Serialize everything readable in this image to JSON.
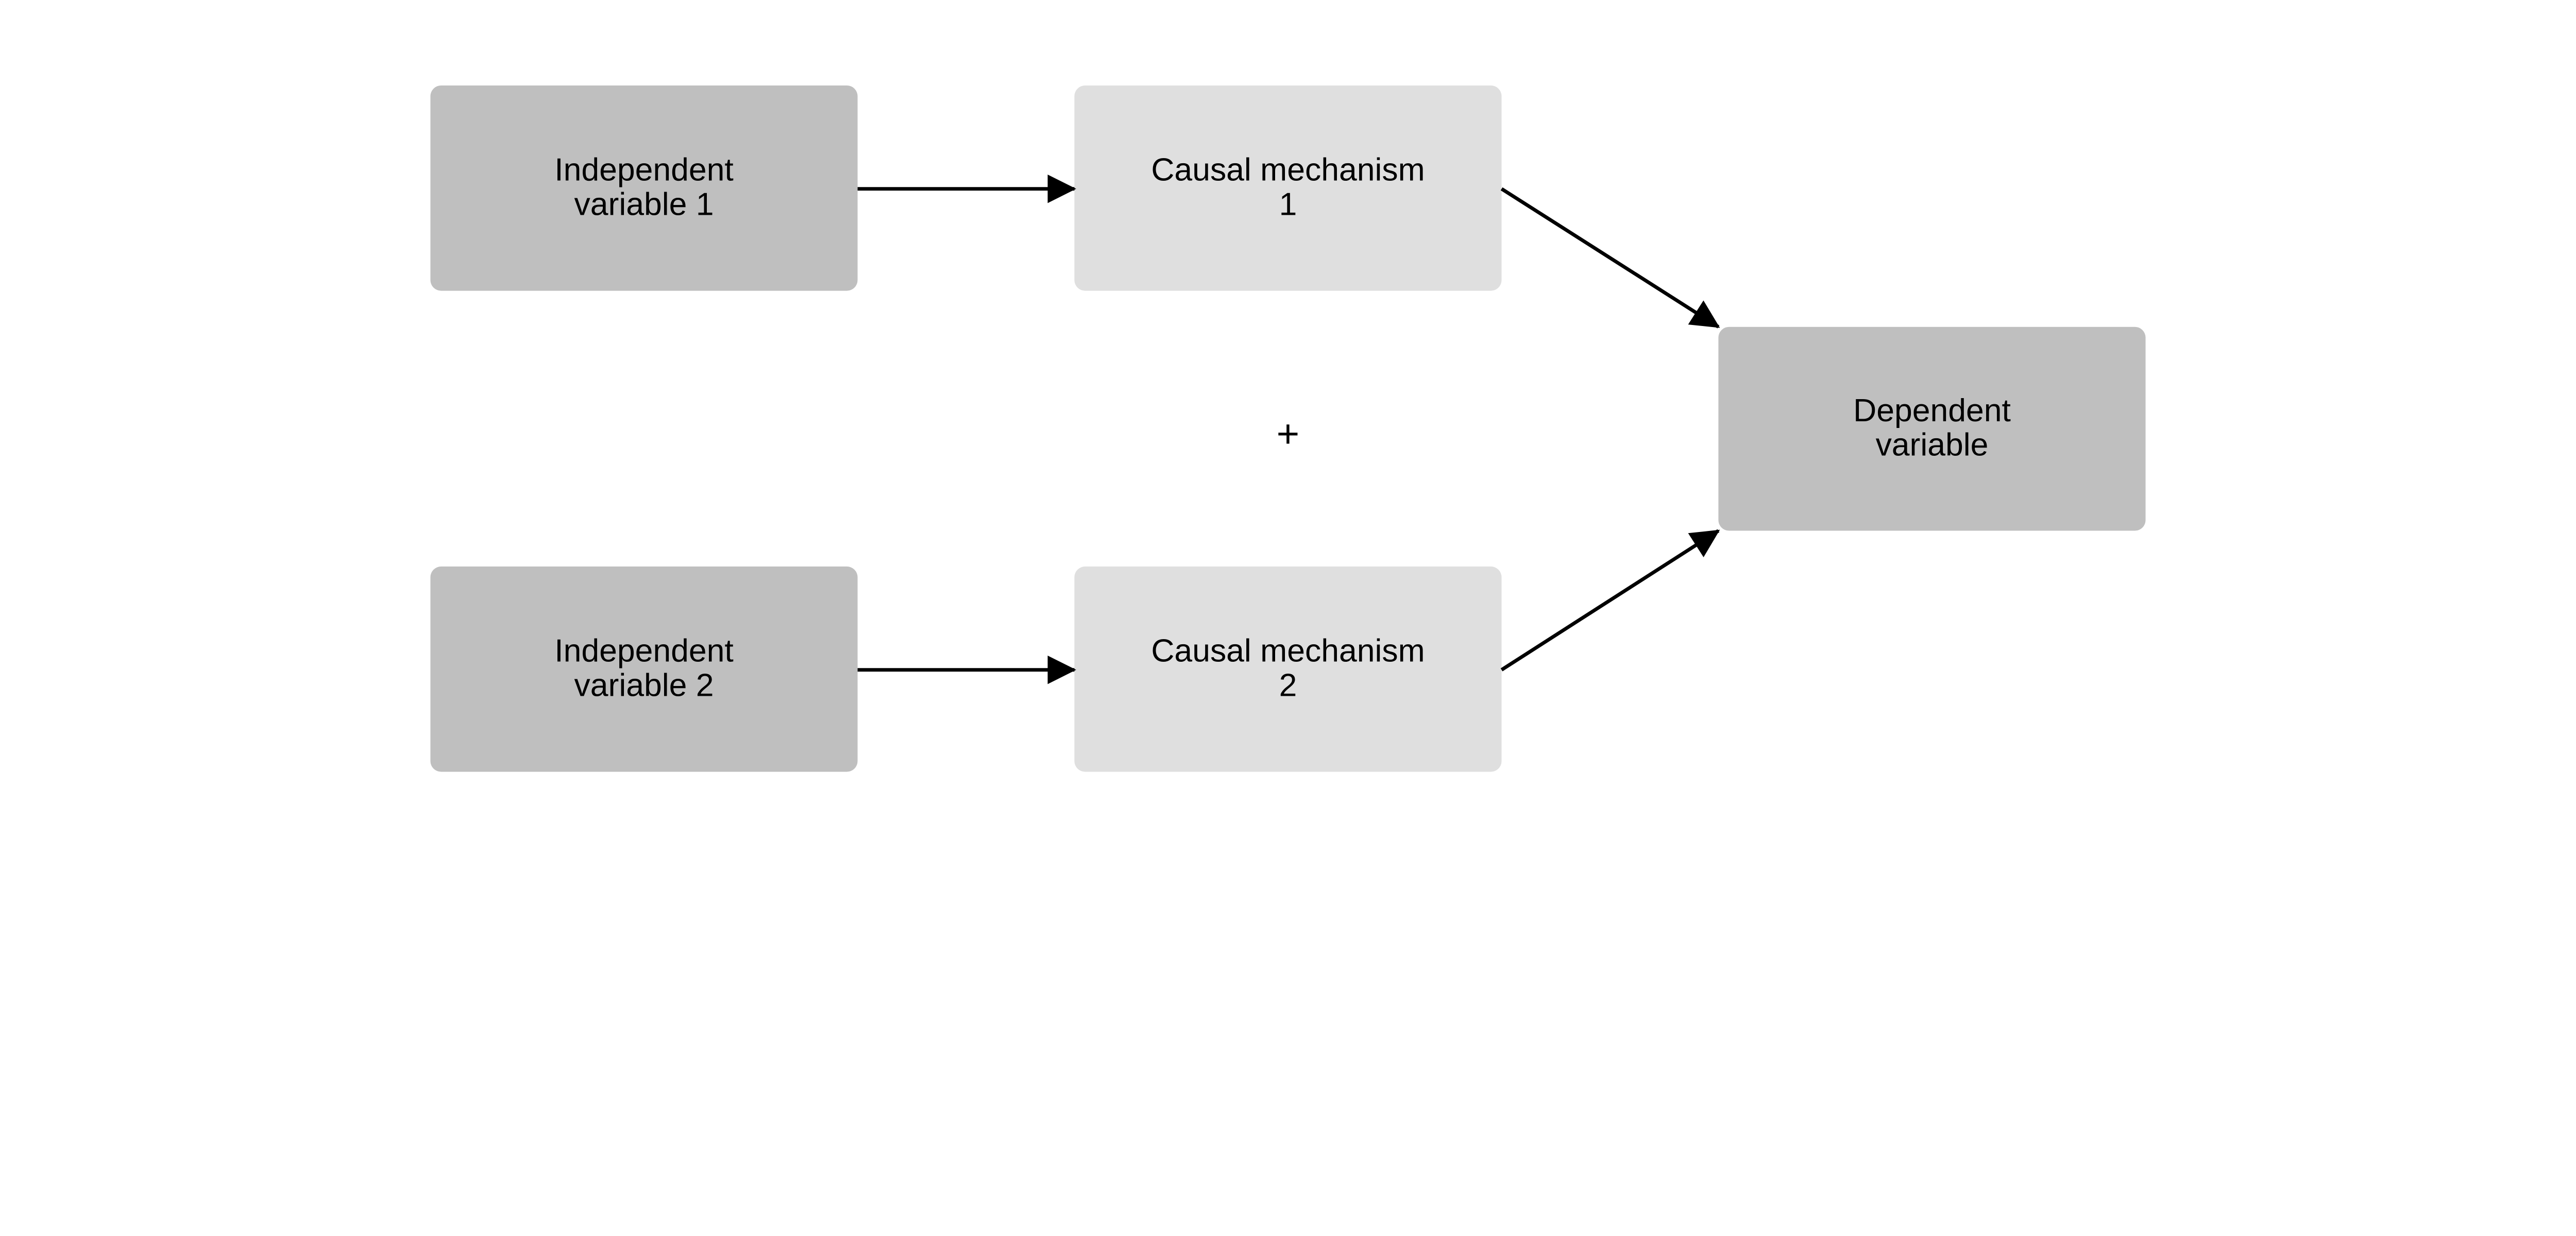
{
  "nodes": {
    "iv1": {
      "line1": "Independent",
      "line2": "variable 1",
      "fill": "#bfbfbf"
    },
    "iv2": {
      "line1": "Independent",
      "line2": "variable 2",
      "fill": "#bfbfbf"
    },
    "cm1": {
      "line1": "Causal mechanism",
      "line2": "1",
      "fill": "#dfdfdf"
    },
    "cm2": {
      "line1": "Causal mechanism",
      "line2": "2",
      "fill": "#dfdfdf"
    },
    "dv": {
      "line1": "Dependent",
      "line2": "variable",
      "fill": "#bfbfbf"
    }
  },
  "plus_sign": "+",
  "edges": [
    {
      "from": "iv1",
      "to": "cm1"
    },
    {
      "from": "iv2",
      "to": "cm2"
    },
    {
      "from": "cm1",
      "to": "dv"
    },
    {
      "from": "cm2",
      "to": "dv"
    }
  ]
}
